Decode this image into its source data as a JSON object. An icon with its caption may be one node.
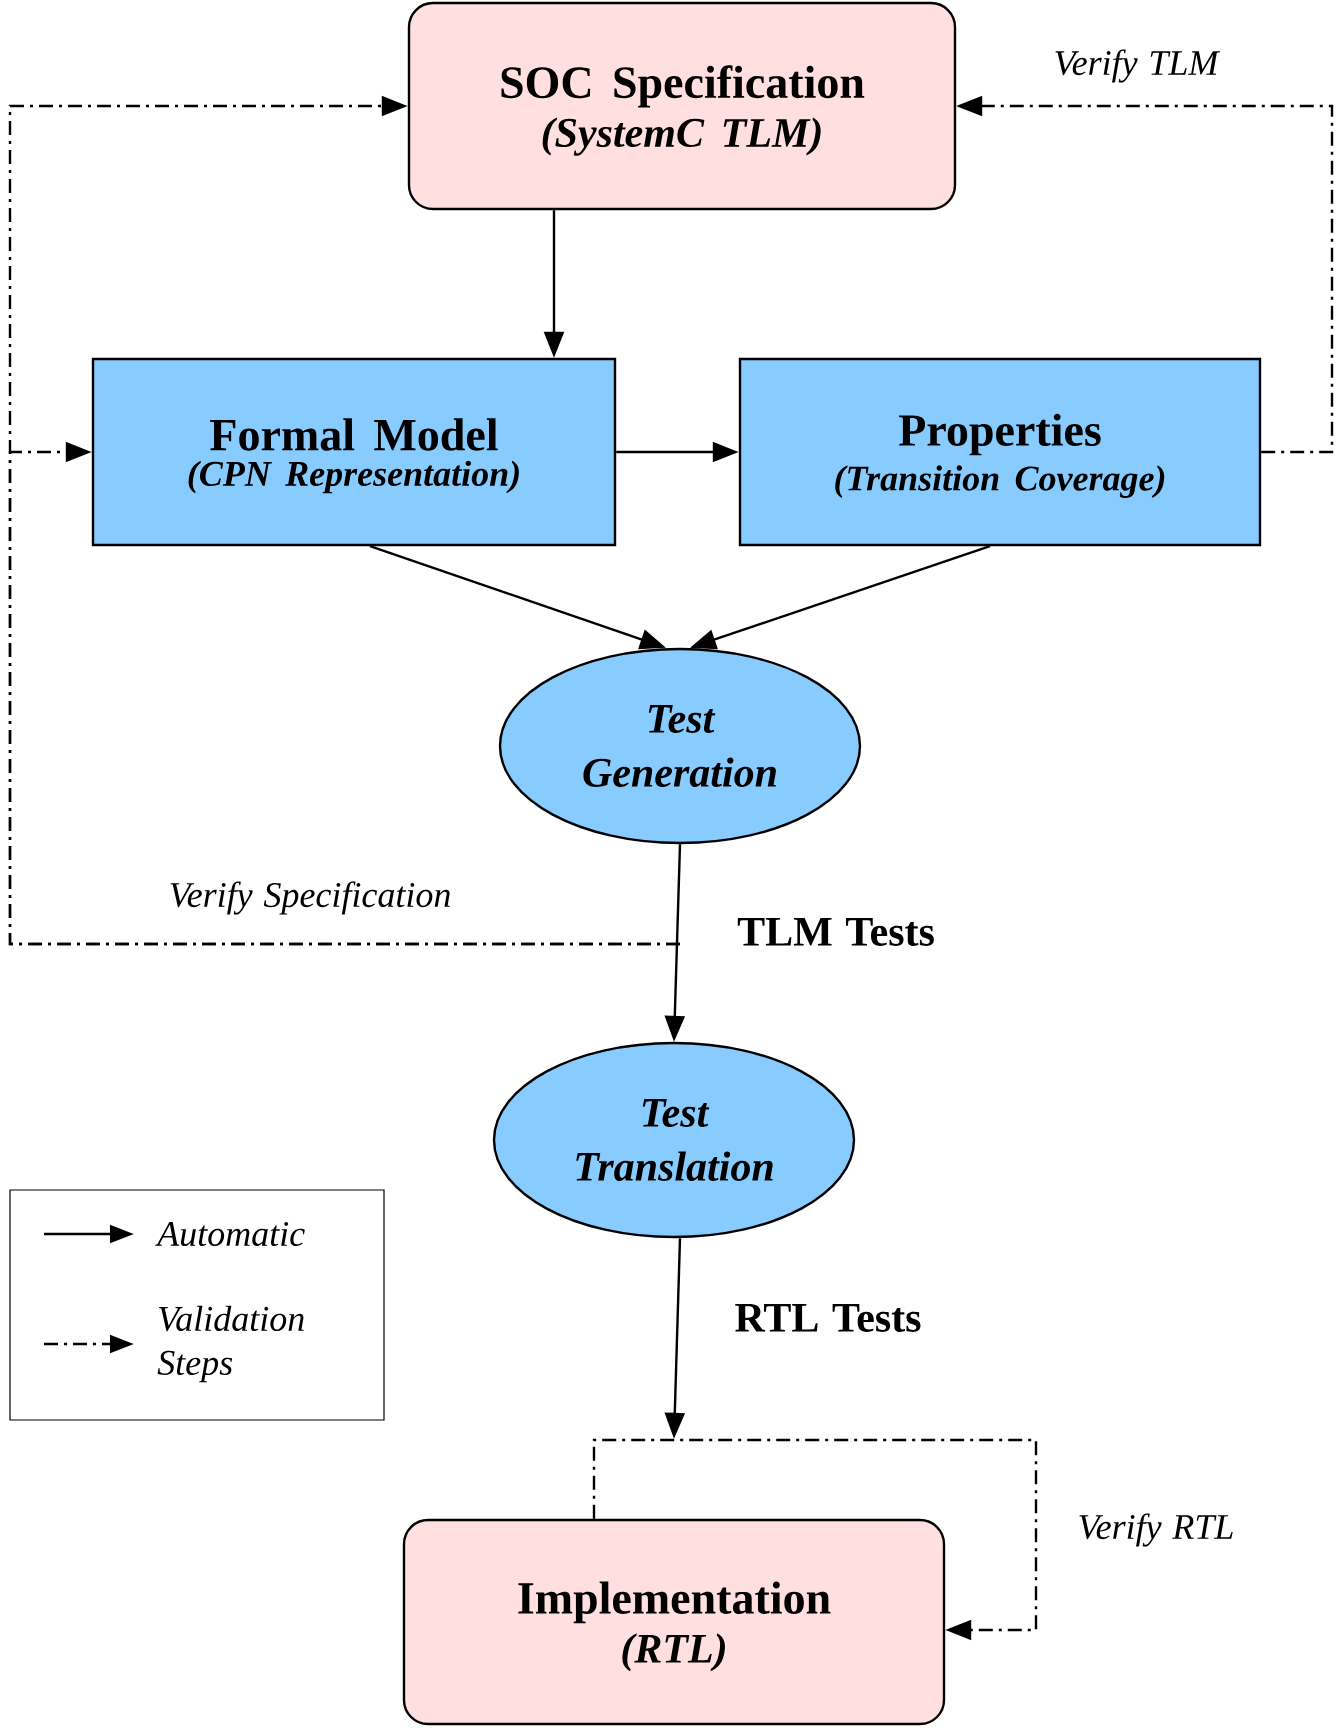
{
  "diagram": {
    "nodes": [
      {
        "text": [
          "SOC Specification",
          "(SystemC TLM)"
        ]
      },
      {
        "text": [
          "Formal Model",
          "(CPN Representation)"
        ]
      },
      {
        "text": [
          "Properties",
          "(Transition Coverage)"
        ]
      },
      {
        "text": [
          "Test Generation"
        ]
      },
      {
        "text": [
          "Test Translation"
        ]
      },
      {
        "text": [
          "Implementation",
          "(RTL)"
        ]
      }
    ],
    "edges": [
      {
        "from": 0,
        "to": 1,
        "arrow": "to"
      },
      {
        "from": 1,
        "to": 2,
        "arrow": "to"
      },
      {
        "from": 1,
        "to": 3,
        "arrow": "to"
      },
      {
        "from": 2,
        "to": 3,
        "arrow": "to"
      },
      {
        "from": 3,
        "to": 4,
        "arrow": "to",
        "label": "TLM Tests"
      },
      {
        "from": 4,
        "to": 5,
        "arrow": "to",
        "label": "RTL Tests"
      },
      {
        "from": null,
        "to": 0,
        "arrow": "to",
        "style": "dashed",
        "label": "Verify Specification"
      },
      {
        "from": null,
        "to": 1,
        "arrow": "to",
        "style": "dashed"
      },
      {
        "from": 2,
        "to": 0,
        "arrow": "to",
        "style": "dashed",
        "label": "Verify TLM"
      },
      {
        "from": 5,
        "to": 5,
        "arrow": "to",
        "style": "dashed",
        "label": "Verify RTL"
      }
    ],
    "legend": [
      {
        "text": "Automatic"
      },
      {
        "text": "Validation Steps"
      }
    ]
  }
}
